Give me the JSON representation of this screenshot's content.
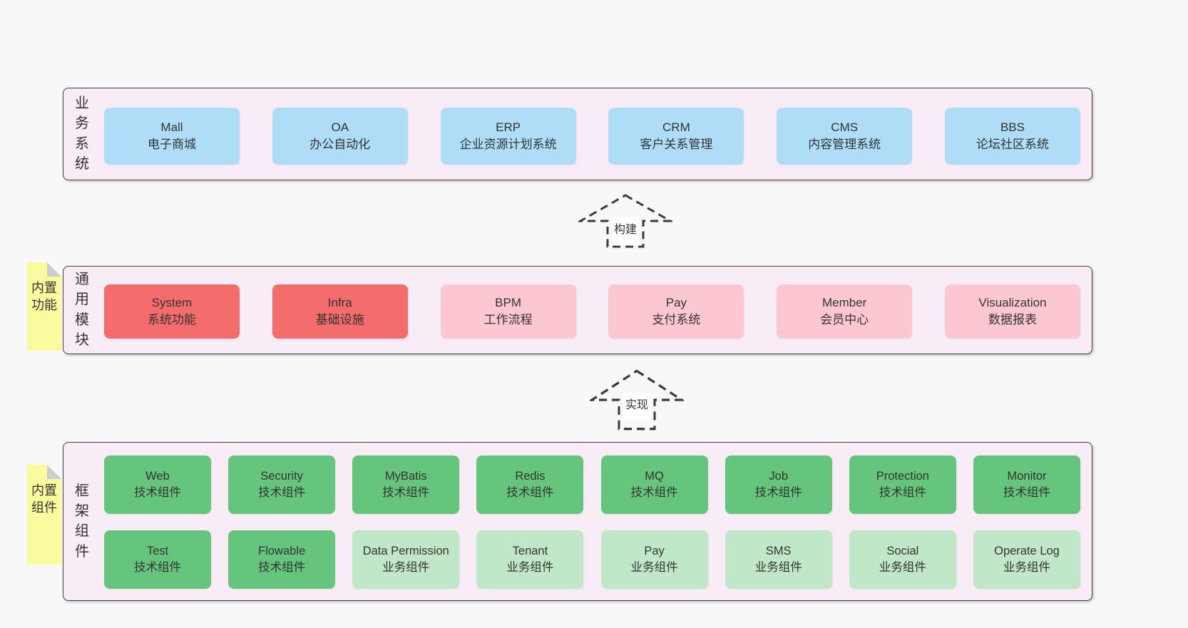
{
  "colors": {
    "page_bg": "#f8f8f8",
    "panel_bg": "#f8edf6",
    "blue": "#afddf8",
    "red": "#f56c6c",
    "pink": "#fdc7d1",
    "green_dark": "#66c57c",
    "green_light": "#c1e7c9",
    "note_yellow": "#fafa9e"
  },
  "sections": [
    {
      "label": "业务系统",
      "boxes": [
        {
          "en": "Mall",
          "zh": "电子商城"
        },
        {
          "en": "OA",
          "zh": "办公自动化"
        },
        {
          "en": "ERP",
          "zh": "企业资源计划系统"
        },
        {
          "en": "CRM",
          "zh": "客户关系管理"
        },
        {
          "en": "CMS",
          "zh": "内容管理系统"
        },
        {
          "en": "BBS",
          "zh": "论坛社区系统"
        }
      ]
    },
    {
      "label": "通用模块",
      "note": "内置功能",
      "boxes": [
        {
          "en": "System",
          "zh": "系统功能"
        },
        {
          "en": "Infra",
          "zh": "基础设施"
        },
        {
          "en": "BPM",
          "zh": "工作流程"
        },
        {
          "en": "Pay",
          "zh": "支付系统"
        },
        {
          "en": "Member",
          "zh": "会员中心"
        },
        {
          "en": "Visualization",
          "zh": "数据报表"
        }
      ]
    },
    {
      "label": "框架组件",
      "note": "内置组件",
      "rows": [
        [
          {
            "en": "Web",
            "zh": "技术组件"
          },
          {
            "en": "Security",
            "zh": "技术组件"
          },
          {
            "en": "MyBatis",
            "zh": "技术组件"
          },
          {
            "en": "Redis",
            "zh": "技术组件"
          },
          {
            "en": "MQ",
            "zh": "技术组件"
          },
          {
            "en": "Job",
            "zh": "技术组件"
          },
          {
            "en": "Protection",
            "zh": "技术组件"
          },
          {
            "en": "Monitor",
            "zh": "技术组件"
          }
        ],
        [
          {
            "en": "Test",
            "zh": "技术组件"
          },
          {
            "en": "Flowable",
            "zh": "技术组件"
          },
          {
            "en": "Data Permission",
            "zh": "业务组件"
          },
          {
            "en": "Tenant",
            "zh": "业务组件"
          },
          {
            "en": "Pay",
            "zh": "业务组件"
          },
          {
            "en": "SMS",
            "zh": "业务组件"
          },
          {
            "en": "Social",
            "zh": "业务组件"
          },
          {
            "en": "Operate Log",
            "zh": "业务组件"
          }
        ]
      ]
    }
  ],
  "arrows": [
    {
      "label": "构建"
    },
    {
      "label": "实现"
    }
  ]
}
